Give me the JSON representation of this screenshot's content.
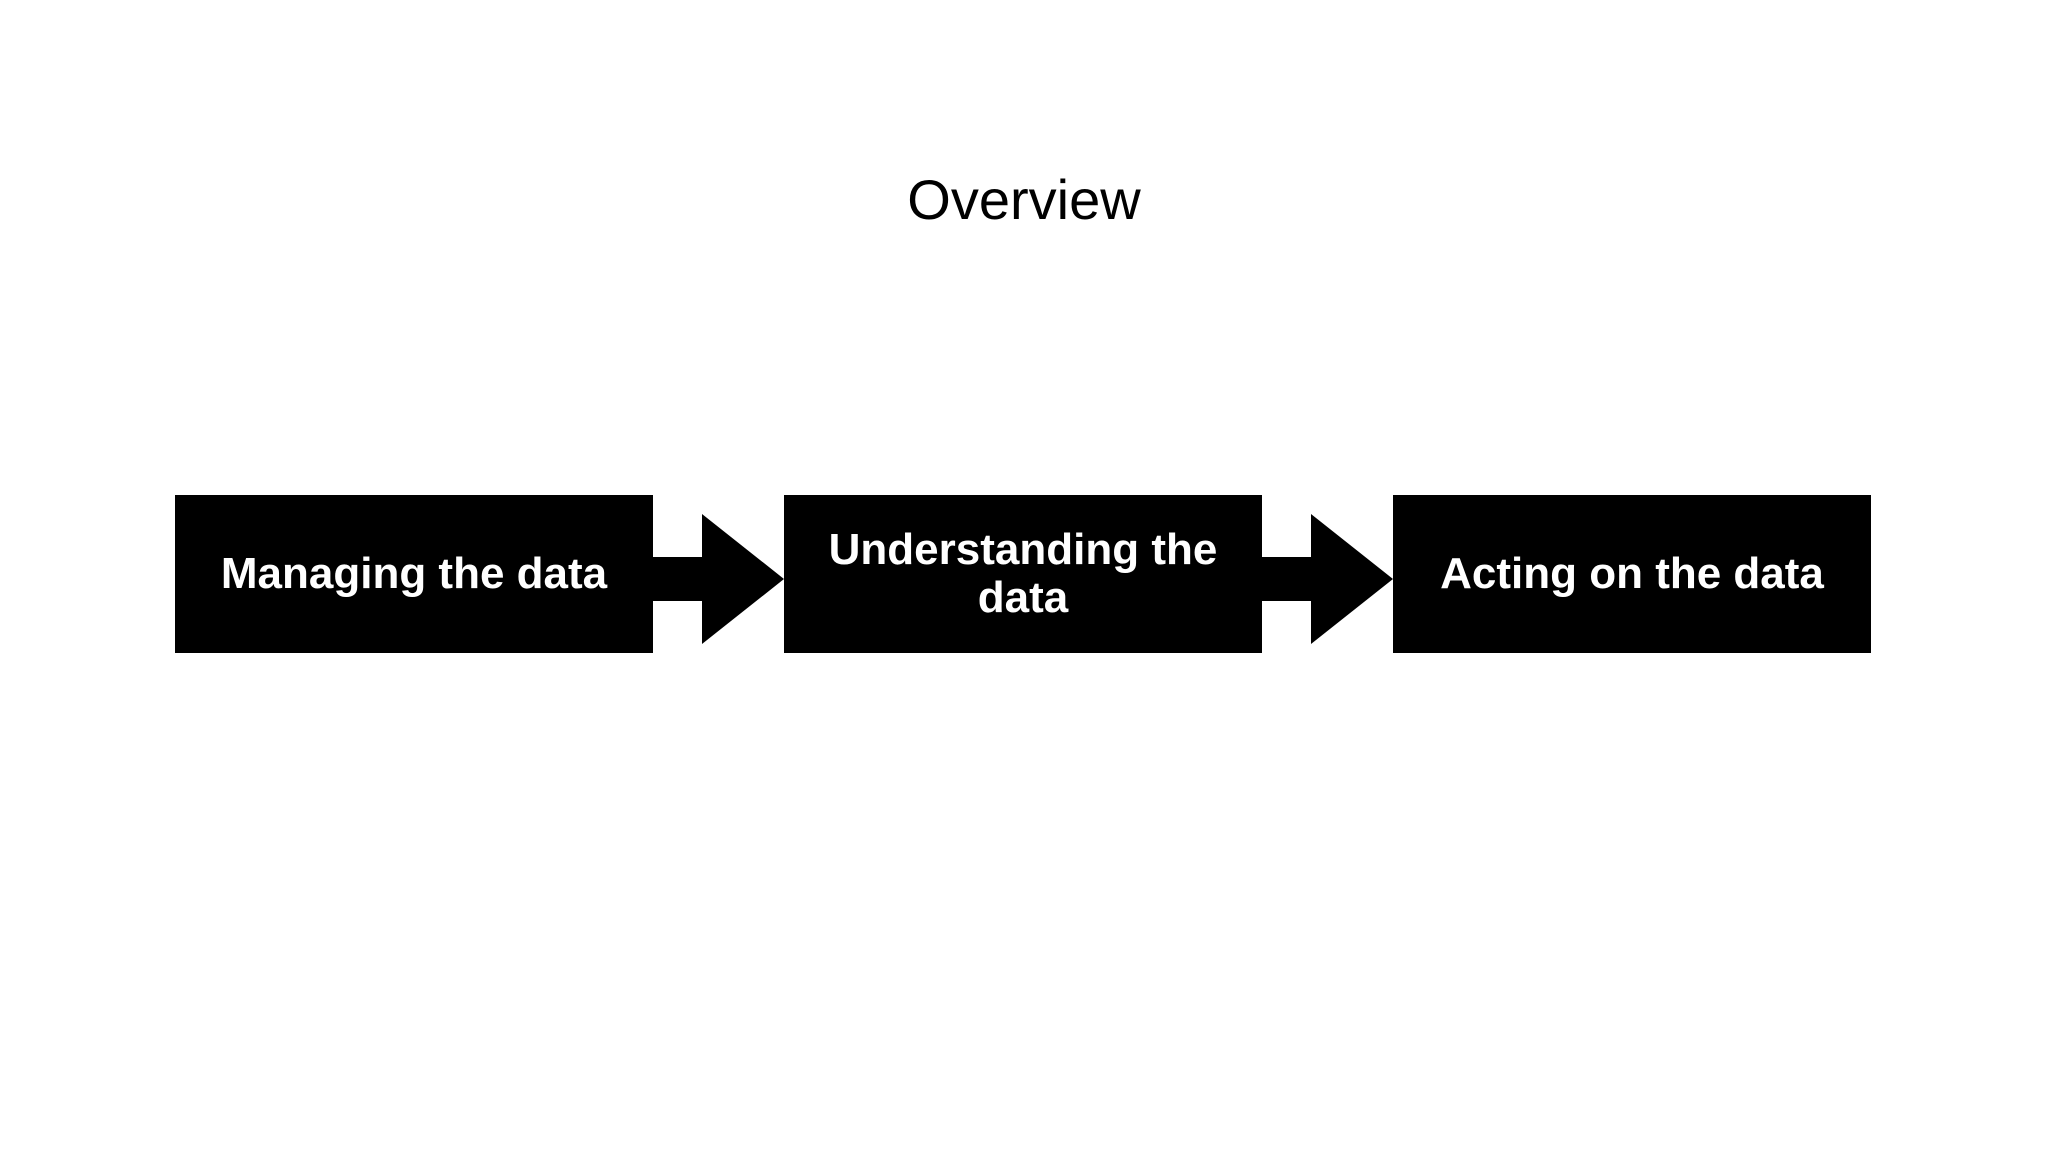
{
  "slide": {
    "title": "Overview"
  },
  "flow": {
    "steps": [
      {
        "label": "Managing the data"
      },
      {
        "label": "Understanding the data"
      },
      {
        "label": "Acting on the data"
      }
    ],
    "colors": {
      "background": "#ffffff",
      "title_text": "#000000",
      "box_fill": "#000000",
      "box_text": "#ffffff",
      "arrow_fill": "#000000"
    }
  }
}
